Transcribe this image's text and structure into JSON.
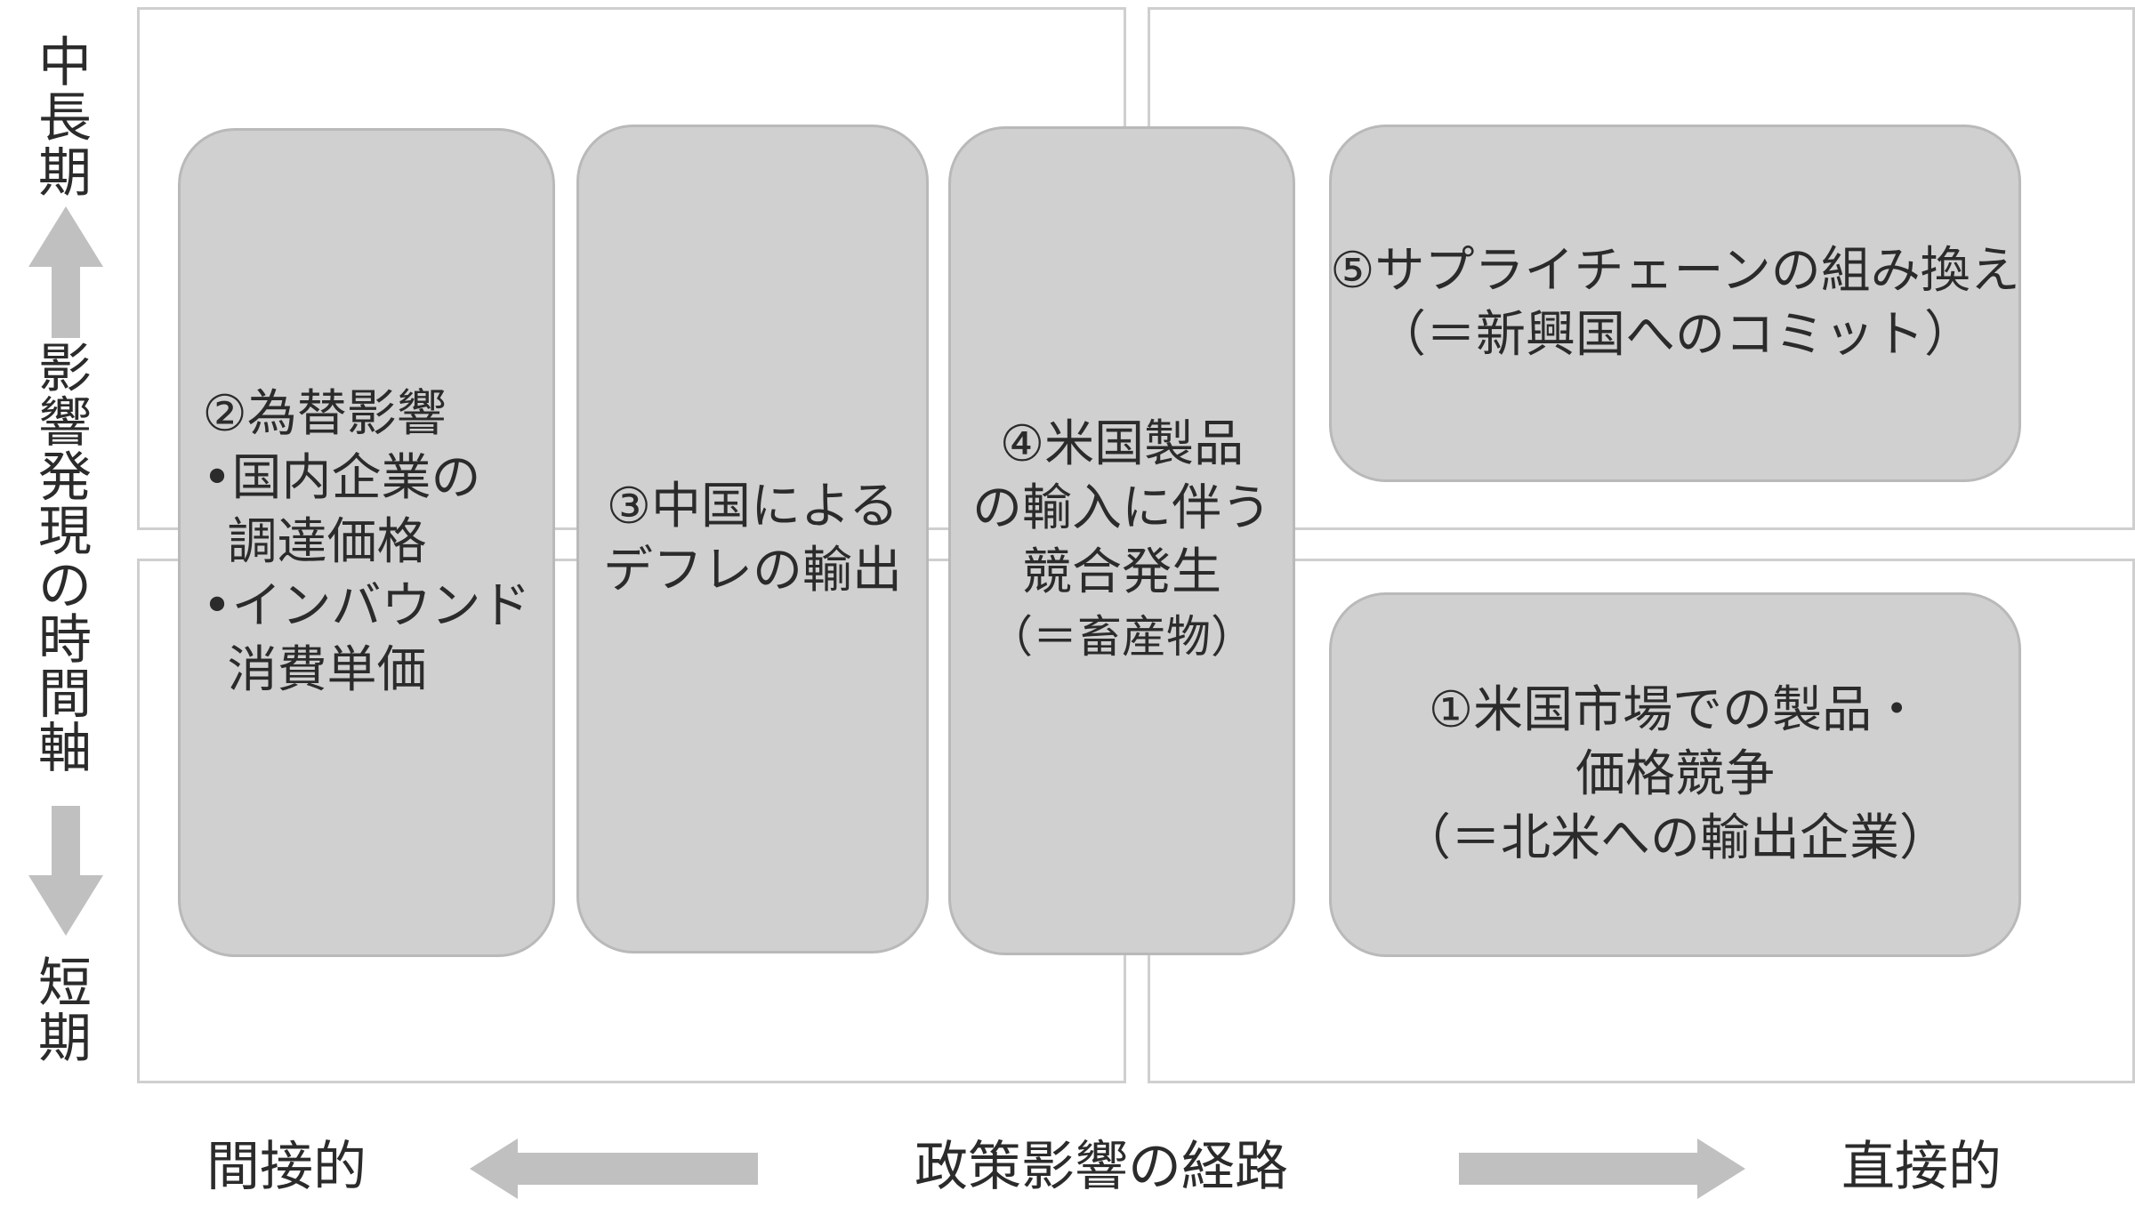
{
  "vertical_axis": {
    "top": "中長期",
    "middle": "影響発現の時間軸",
    "bottom": "短期"
  },
  "horizontal_axis": {
    "left": "間接的",
    "center": "政策影響の経路",
    "right": "直接的"
  },
  "boxes": {
    "box2": {
      "title": "②為替影響",
      "bullet1_a": "•国内企業の",
      "bullet1_b": "調達価格",
      "bullet2_a": "•インバウンド",
      "bullet2_b": "消費単価"
    },
    "box3": {
      "line1": "③中国による",
      "line2": "デフレの輸出"
    },
    "box4": {
      "line1": "④米国製品",
      "line2": "の輸入に伴う",
      "line3": "競合発生",
      "line4": "（＝畜産物）"
    },
    "box5": {
      "line1": "⑤サプライチェーンの組み換え",
      "line2": "（＝新興国へのコミット）"
    },
    "box1": {
      "line1": "①米国市場での製品・",
      "line2": "価格競争",
      "line3": "（＝北米への輸出企業）"
    }
  },
  "colors": {
    "box_fill": "#d0d0d0",
    "arrow": "#c0c0c0",
    "grid_border": "#cfcfcf"
  }
}
